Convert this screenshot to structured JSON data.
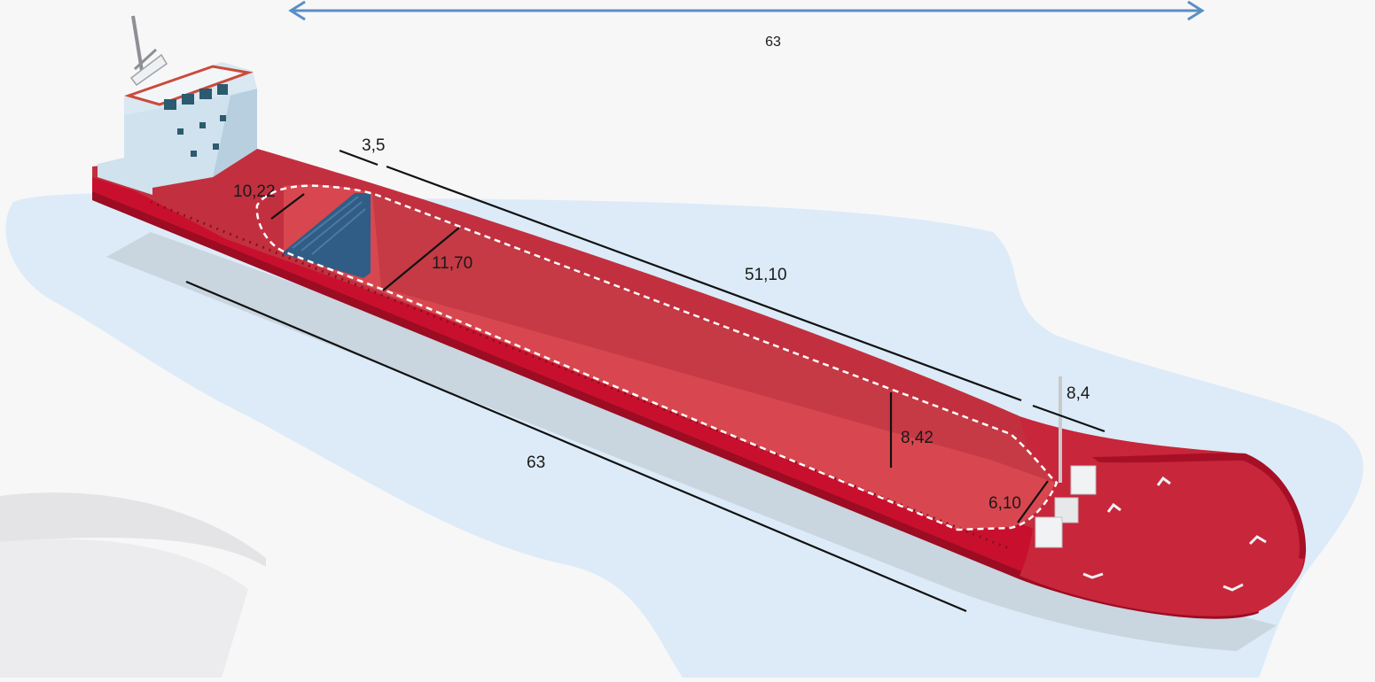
{
  "dimensions": {
    "overall_top": "63",
    "aft_gap": "3,5",
    "hold_length": "51,10",
    "fwd_gap": "8,4",
    "aft_bulkhead_width": "10,22",
    "hold_width_aft": "11,70",
    "hold_width_mid": "8,42",
    "hold_width_fwd": "6,10",
    "hull_length": "63"
  },
  "colors": {
    "water": "#dcebf7",
    "hull": "#c8102e",
    "hull_dark": "#9c0c22",
    "deck": "#c2303f",
    "hold_floor": "#d8474f",
    "superstructure": "#cfe2ee",
    "bulkhead": "#2f5d86",
    "arrow": "#5b8ec4",
    "hold_outline": "#ffffff"
  },
  "icons": {
    "vessel": "cargo-ship-icon",
    "mast": "radar-mast-icon",
    "crane": "deck-crane-icon"
  }
}
